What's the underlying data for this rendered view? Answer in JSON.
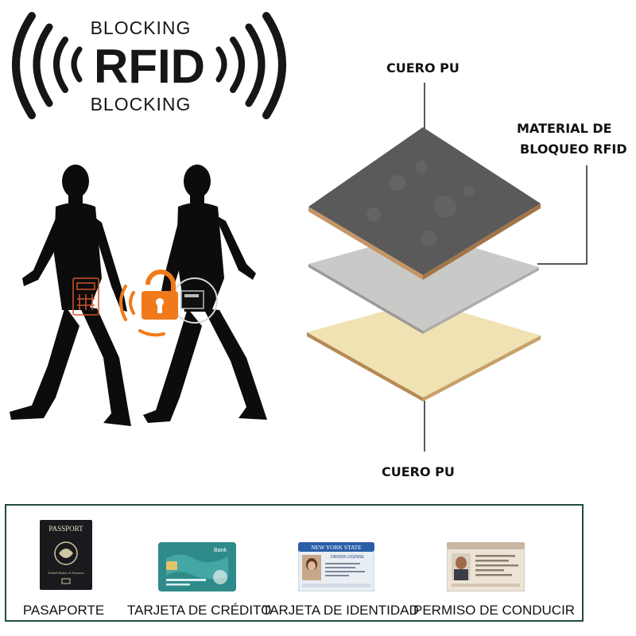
{
  "logo": {
    "top_text": "BLOCKING",
    "main_text": "RFID",
    "bottom_text": "BLOCKING",
    "icon": "signal-waves-icon",
    "color": "#161616"
  },
  "illustration": {
    "icon": "walking-people-rfid-theft-icon",
    "lock_icon": "padlock-icon",
    "accent_color": "#f07a1a"
  },
  "layers": {
    "top_label": "CUERO PU",
    "middle_label_line1": "MATERIAL DE",
    "middle_label_line2": "BLOQUEO RFID",
    "bottom_label": "CUERO PU",
    "colors": {
      "top": "#5a5a5a",
      "middle": "#c9c9c7",
      "bottom": "#f1e2b3"
    }
  },
  "documents": [
    {
      "label": "PASAPORTE",
      "icon": "passport-icon",
      "cover_text": "PASSPORT",
      "cover_subtext": "United States of America"
    },
    {
      "label": "TARJETA DE CRÉDITO",
      "icon": "credit-card-icon",
      "card_text": "Bank"
    },
    {
      "label": "TARJETA DE IDENTIDAD",
      "icon": "id-card-icon",
      "card_title": "NEW YORK STATE",
      "card_sub": "DRIVER LICENSE"
    },
    {
      "label": "PERMISO DE CONDUCIR",
      "icon": "driving-permit-icon"
    }
  ],
  "panel": {
    "border_color": "#1f4d45"
  }
}
